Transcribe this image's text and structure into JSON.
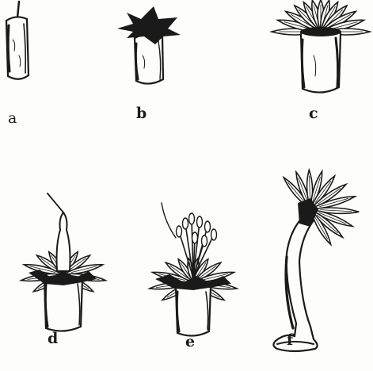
{
  "figure": {
    "panels": [
      {
        "id": "a",
        "label": "a"
      },
      {
        "id": "b",
        "label": "b"
      },
      {
        "id": "c",
        "label": "c"
      },
      {
        "id": "d",
        "label": "d"
      },
      {
        "id": "e",
        "label": "e"
      },
      {
        "id": "f",
        "label": "f"
      }
    ],
    "colors": {
      "ink": "#1a1a1a",
      "paper": "#fdfdfb"
    }
  }
}
